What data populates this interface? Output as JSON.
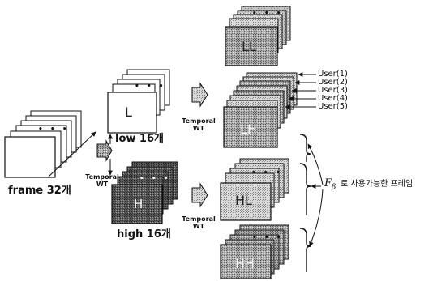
{
  "labels": {
    "frame": "frame 32개",
    "low": "low 16개",
    "high": "high 16개",
    "temporal_wt_1": "Temporal\nWT",
    "temporal_wt_2": "Temporal\nWT",
    "temporal_wt_3": "Temporal\nWT",
    "f_beta_symbol": "F",
    "f_beta_sub": "β",
    "f_beta_caption": "로 사용가능한 프레임"
  },
  "subbands": {
    "L": "L",
    "H": "H",
    "LL": "LL",
    "LH": "LH",
    "HL": "HL",
    "HH": "HH"
  },
  "dots": "• • •",
  "users": [
    "User(1)",
    "User(2)",
    "User(3)",
    "User(4)",
    "User(5)"
  ]
}
